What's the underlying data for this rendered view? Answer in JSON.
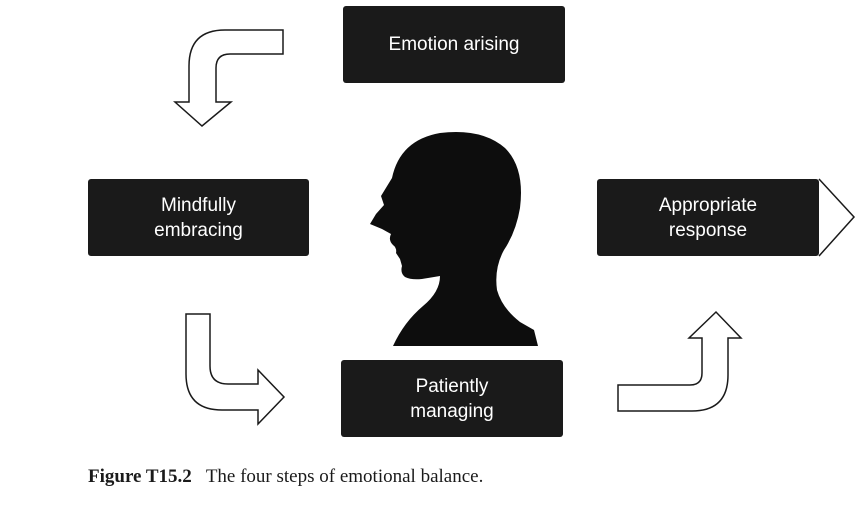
{
  "steps": {
    "emotion_arising": {
      "lines": [
        "Emotion arising"
      ]
    },
    "mindfully_embracing": {
      "lines": [
        "Mindfully",
        "embracing"
      ]
    },
    "patiently_managing": {
      "lines": [
        "Patiently",
        "managing"
      ]
    },
    "appropriate_response": {
      "lines": [
        "Appropriate",
        "response"
      ]
    }
  },
  "caption": {
    "figure_label": "Figure T15.2",
    "text": "The four steps of emotional balance."
  },
  "colors": {
    "box_fill": "#1a1a1a",
    "box_text": "#ffffff",
    "arrow_stroke": "#1a1a1a",
    "silhouette": "#0d0d0d"
  },
  "icons": {
    "center": "head-silhouette-icon",
    "flow": "bent-arrow-icon"
  }
}
